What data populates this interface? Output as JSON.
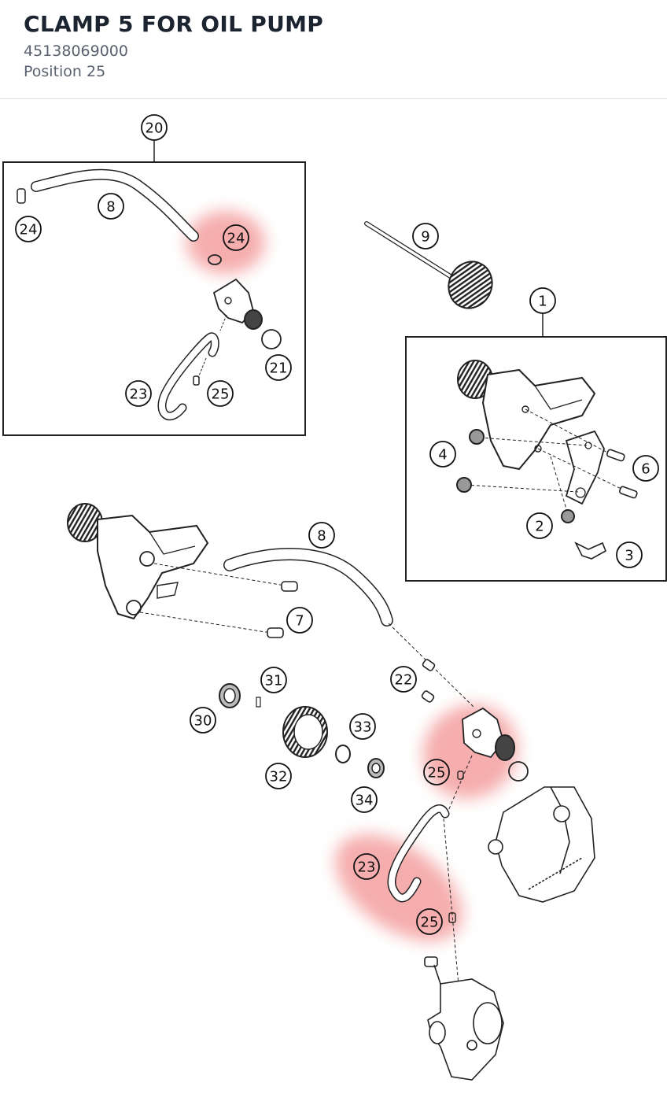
{
  "header": {
    "title": "CLAMP 5 FOR OIL PUMP",
    "part_number": "45138069000",
    "position": "Position 25"
  },
  "diagram": {
    "highlight_color": "#ee6a6a",
    "callouts": [
      {
        "id": "c20a",
        "label": "20",
        "highlight": false
      },
      {
        "id": "c8a",
        "label": "8",
        "highlight": false
      },
      {
        "id": "c24a",
        "label": "24",
        "highlight": false
      },
      {
        "id": "c24b",
        "label": "24",
        "highlight": true
      },
      {
        "id": "c21",
        "label": "21",
        "highlight": false
      },
      {
        "id": "c23a",
        "label": "23",
        "highlight": false
      },
      {
        "id": "c25a",
        "label": "25",
        "highlight": false
      },
      {
        "id": "c9",
        "label": "9",
        "highlight": false
      },
      {
        "id": "c1",
        "label": "1",
        "highlight": false
      },
      {
        "id": "c4",
        "label": "4",
        "highlight": false
      },
      {
        "id": "c6",
        "label": "6",
        "highlight": false
      },
      {
        "id": "c2",
        "label": "2",
        "highlight": false
      },
      {
        "id": "c3",
        "label": "3",
        "highlight": false
      },
      {
        "id": "c8b",
        "label": "8",
        "highlight": false
      },
      {
        "id": "c7",
        "label": "7",
        "highlight": false
      },
      {
        "id": "c31",
        "label": "31",
        "highlight": false
      },
      {
        "id": "c22",
        "label": "22",
        "highlight": false
      },
      {
        "id": "c30",
        "label": "30",
        "highlight": false
      },
      {
        "id": "c33",
        "label": "33",
        "highlight": false
      },
      {
        "id": "c32",
        "label": "32",
        "highlight": false
      },
      {
        "id": "c34",
        "label": "34",
        "highlight": false
      },
      {
        "id": "c25b",
        "label": "25",
        "highlight": true
      },
      {
        "id": "c23b",
        "label": "23",
        "highlight": true
      },
      {
        "id": "c25c",
        "label": "25",
        "highlight": true
      }
    ]
  }
}
